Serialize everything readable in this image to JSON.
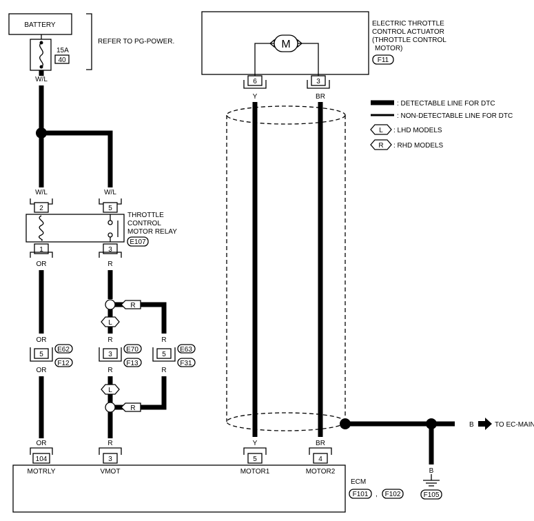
{
  "battery": {
    "label": "BATTERY",
    "fuse_amps": "15A",
    "fuse_no": "40",
    "refer": "REFER TO PG-POWER."
  },
  "wires": {
    "wl": "W/L",
    "or": "OR",
    "r": "R",
    "y": "Y",
    "br": "BR",
    "b": "B"
  },
  "relay": {
    "title_1": "THROTTLE",
    "title_2": "CONTROL",
    "title_3": "MOTOR RELAY",
    "connector": "E107",
    "pin_2": "2",
    "pin_5": "5",
    "pin_1": "1",
    "pin_3": "3"
  },
  "actuator": {
    "title_1": "ELECTRIC THROTTLE",
    "title_2": "CONTROL ACTUATOR",
    "title_3": "(THROTTLE CONTROL",
    "title_4": "MOTOR)",
    "connector": "F11",
    "motor_symbol": "M",
    "pin_6": "6",
    "pin_3": "3"
  },
  "legend": {
    "detectable": ": DETECTABLE LINE FOR DTC",
    "non_detectable": ": NON-DETECTABLE LINE FOR DTC",
    "lhd_symbol": "L",
    "lhd": ": LHD MODELS",
    "rhd_symbol": "R",
    "rhd": ": RHD MODELS"
  },
  "joints": {
    "or_pin": "5",
    "or_conn_top": "E62",
    "or_conn_bottom": "F12",
    "r_mid_pin": "3",
    "r_mid_conn_top": "E70",
    "r_mid_conn_bottom": "F13",
    "r_right_pin": "5",
    "r_right_conn_top": "E63",
    "r_right_conn_bottom": "F31"
  },
  "ecm": {
    "label": "ECM",
    "conn_1": "F101",
    "separator": ",",
    "conn_2": "F102",
    "pin_104": "104",
    "pin_3": "3",
    "pin_5": "5",
    "pin_4": "4",
    "motrly": "MOTRLY",
    "vmot": "VMOT",
    "motor1": "MOTOR1",
    "motor2": "MOTOR2"
  },
  "shield": {
    "to": "TO EC-MAIN",
    "ground_conn": "F105"
  }
}
